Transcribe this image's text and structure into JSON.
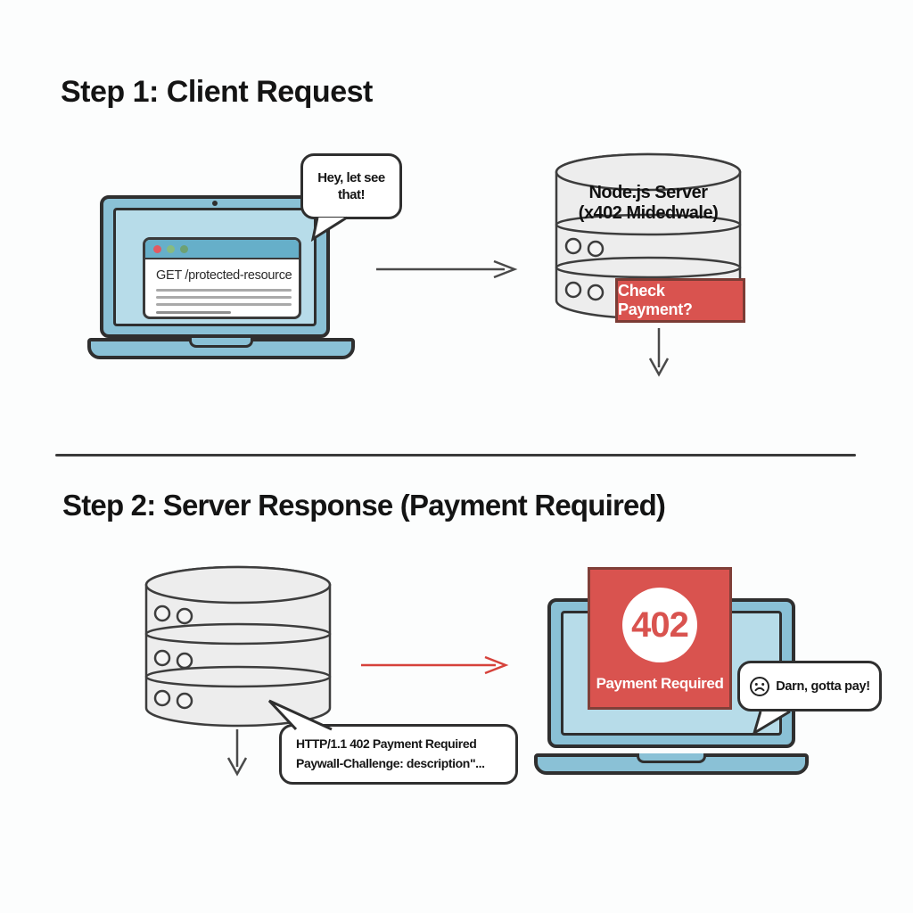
{
  "step1": {
    "title": "Step 1: Client Request",
    "client_bubble": "Hey, let see that!",
    "browser_request": "GET /protected-resource",
    "server_label_line1": "Node.js Server",
    "server_label_line2": "(x402 Midedwale)",
    "badge_label": "Check Payment?"
  },
  "step2": {
    "title": "Step 2: Server Response (Payment Required)",
    "response_bubble_line1": "HTTP/1.1 402 Payment Required",
    "response_bubble_line2": "Paywall-Challenge: description\"...",
    "status_code": "402",
    "status_label": "Payment Required",
    "client_bubble": "Darn, gotta pay!"
  },
  "icons": {
    "window_dots": [
      "red-dot",
      "green-dot",
      "green-dot"
    ],
    "client_reaction": "sad-face-icon"
  },
  "colors": {
    "accent_red": "#d9534f",
    "badge_border": "#7b3c35",
    "laptop_blue": "#8ac1d6",
    "screen_blue": "#b7dce9",
    "browser_bar_blue": "#66afc9",
    "server_gray": "#ededed",
    "outline_dark": "#2f2f2f",
    "arrow_gray": "#4a4a4a",
    "arrow_red": "#d6423b",
    "window_dot_red": "#e25a62",
    "window_dot_green_light": "#87bb80",
    "window_dot_green_dark": "#6da173"
  }
}
